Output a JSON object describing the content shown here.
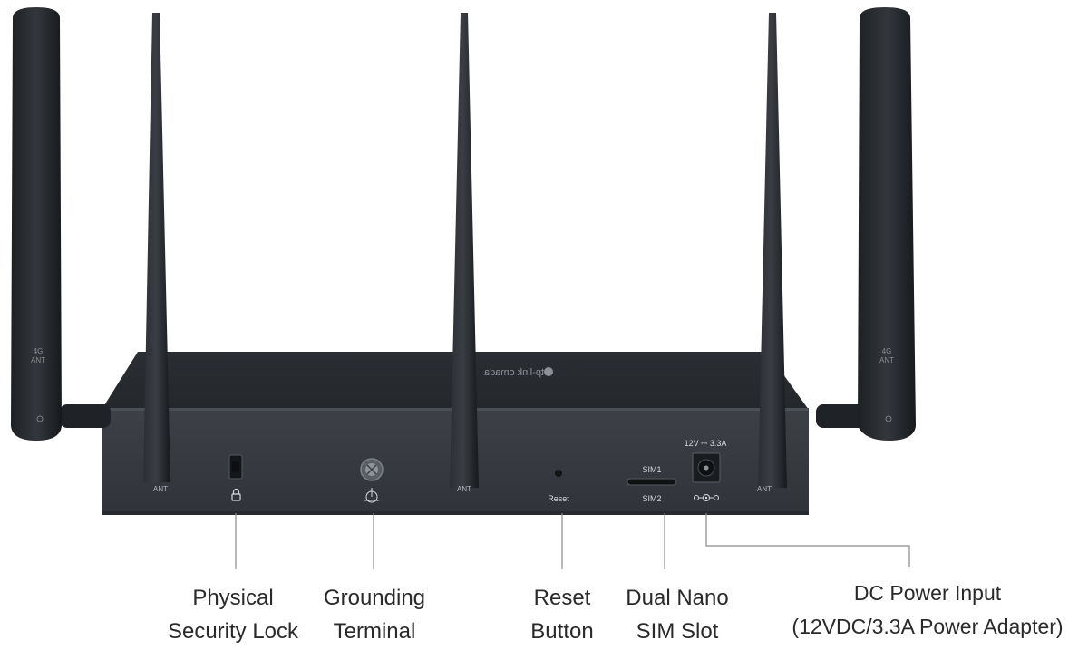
{
  "device": {
    "brand_logo": "tp-link omada",
    "antenna_left_label": [
      "4G",
      "ANT"
    ],
    "antenna_right_label": [
      "4G",
      "ANT"
    ],
    "ant_label": "ANT",
    "power_rating": "12V ⎓ 3.3A",
    "sim1_label": "SIM1",
    "sim2_label": "SIM2",
    "reset_label": "Reset"
  },
  "callouts": {
    "security_lock": [
      "Physical",
      "Security Lock"
    ],
    "grounding": [
      "Grounding",
      "Terminal"
    ],
    "reset": [
      "Reset",
      "Button"
    ],
    "sim": [
      "Dual Nano",
      "SIM Slot"
    ],
    "dc_power": [
      "DC Power Input",
      "(12VDC/3.3A Power Adapter)"
    ]
  },
  "colors": {
    "body": "#2f3237",
    "body_top": "#262a2f",
    "antenna": "#1f2226",
    "line": "#8a8a8a",
    "text": "#2a2a2a"
  }
}
